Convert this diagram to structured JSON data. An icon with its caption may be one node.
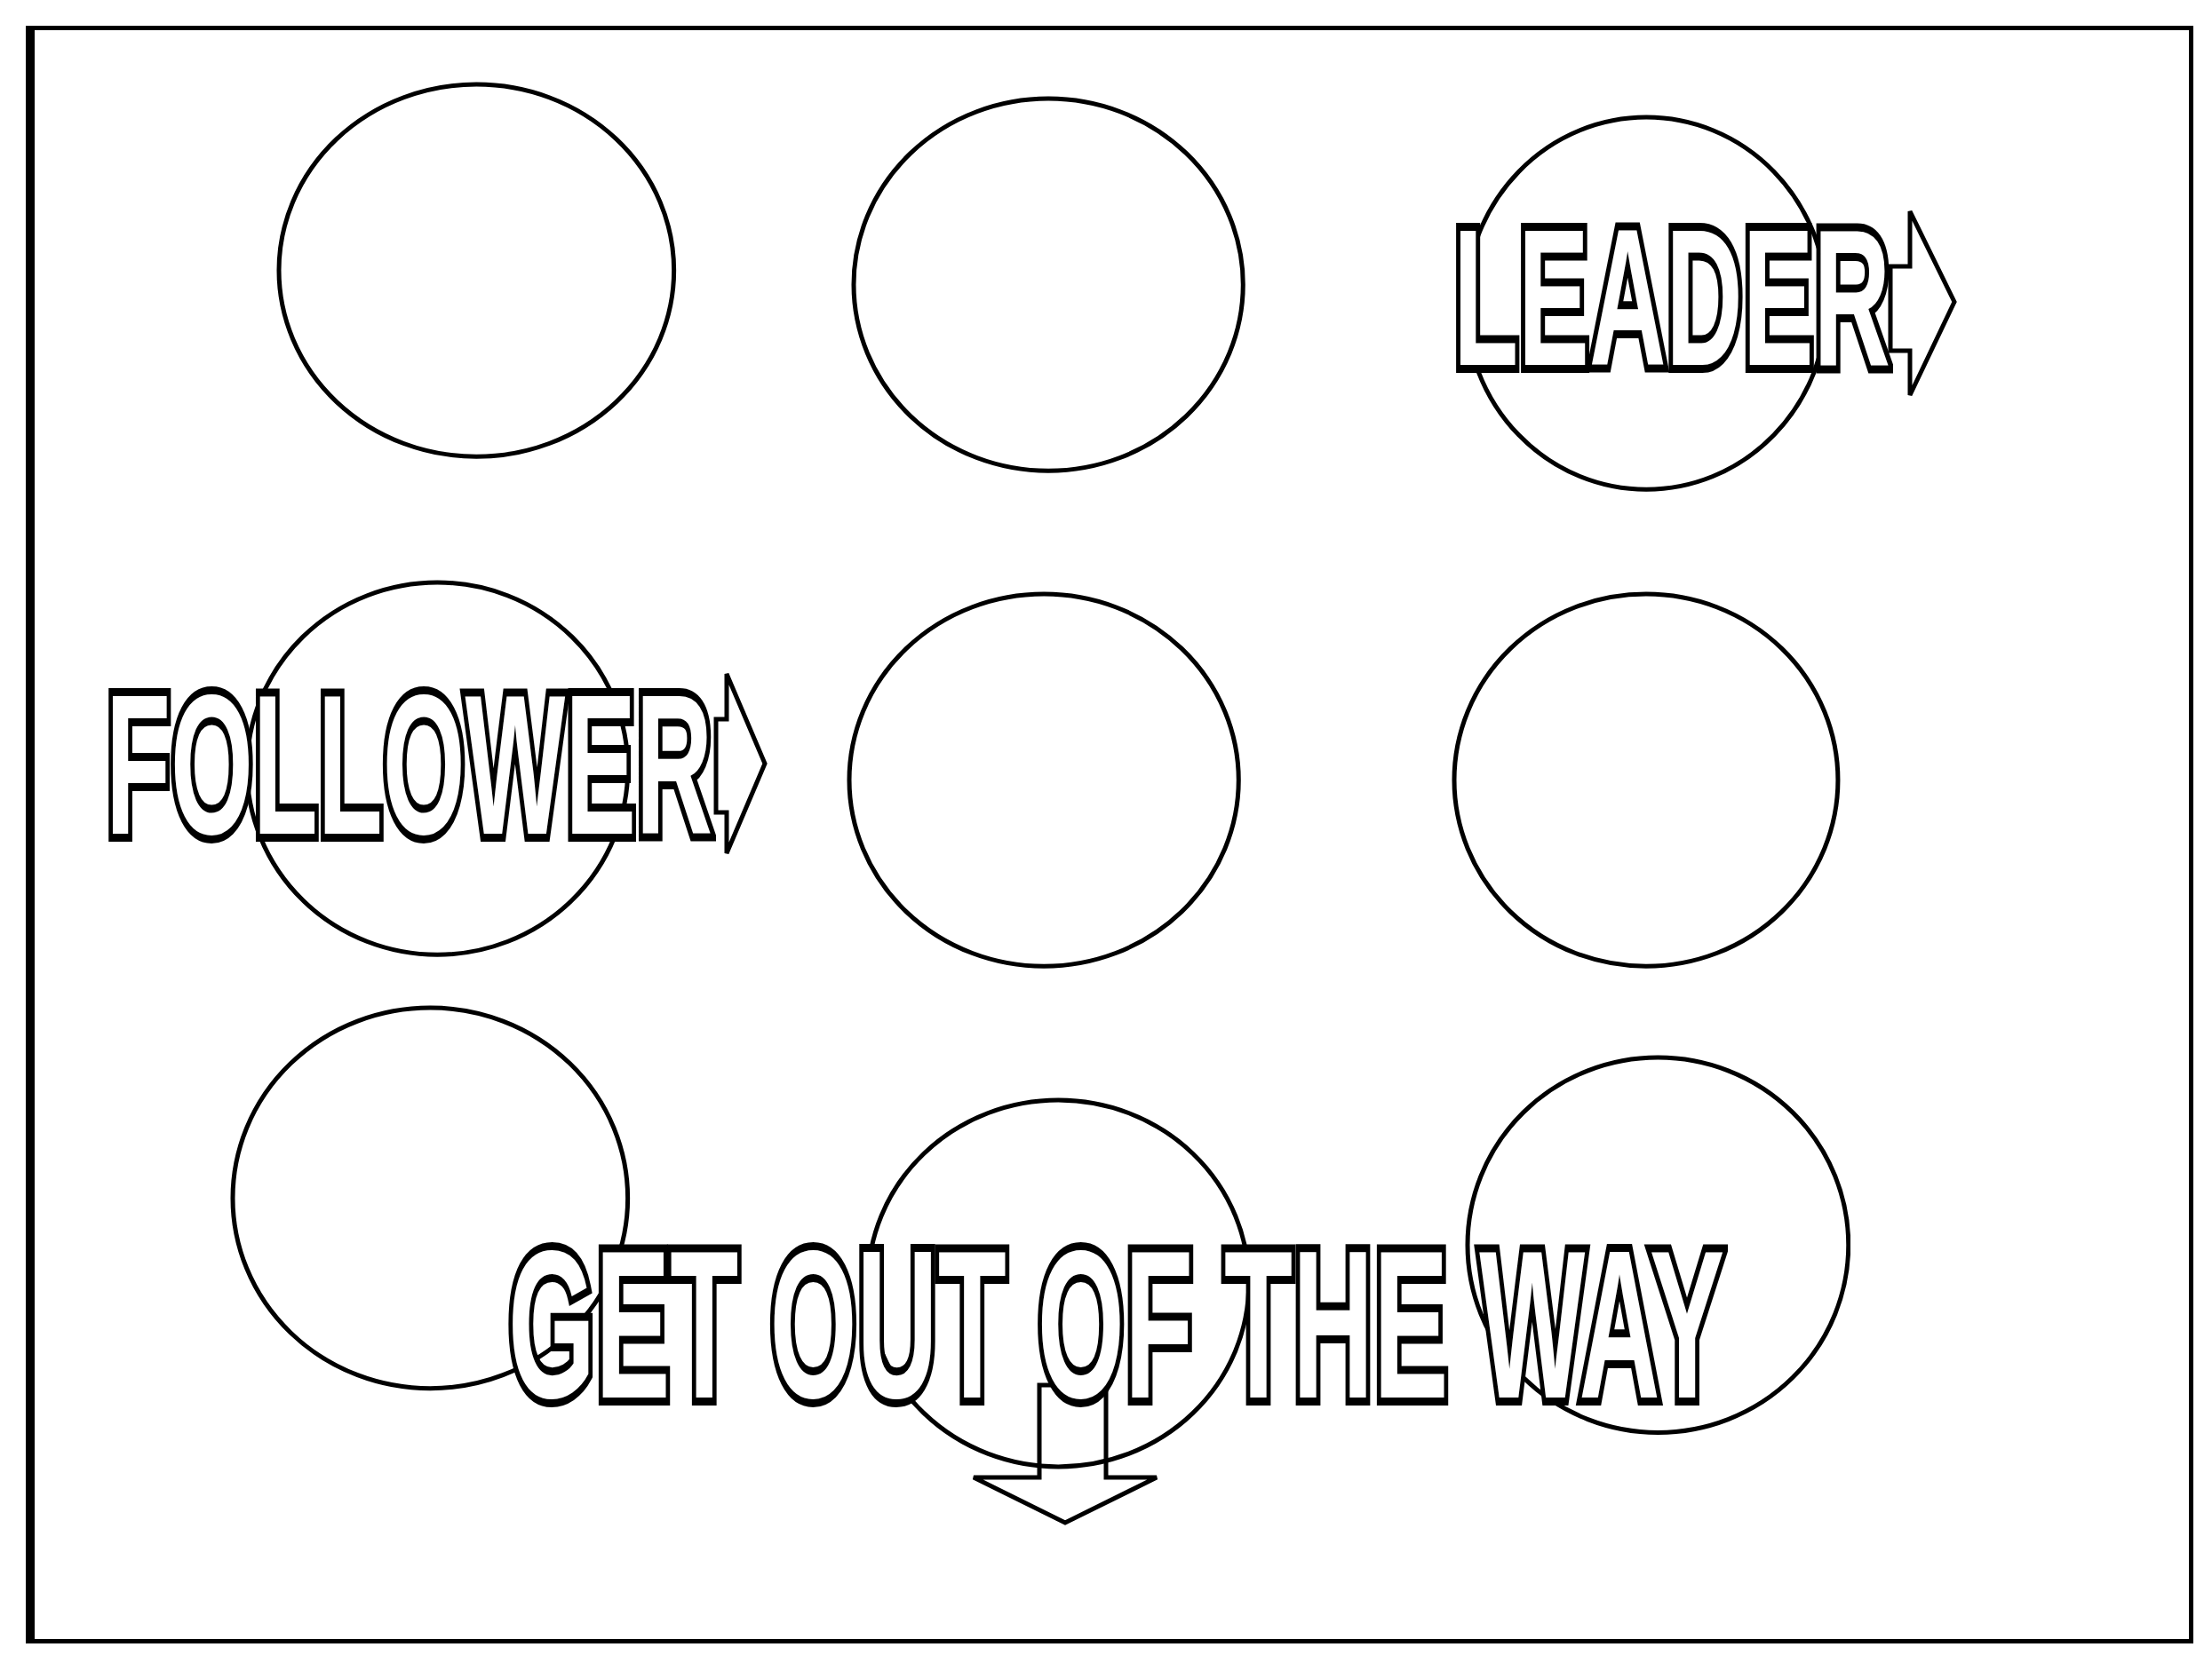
{
  "diagram": {
    "nodes": [
      {
        "text": [],
        "shape": "circle"
      },
      {
        "text": [],
        "shape": "circle"
      },
      {
        "text": [],
        "shape": "circle"
      },
      {
        "text": [],
        "shape": "circle"
      },
      {
        "text": [],
        "shape": "circle"
      },
      {
        "text": [],
        "shape": "circle"
      },
      {
        "text": [],
        "shape": "circle"
      },
      {
        "text": [],
        "shape": "circle"
      },
      {
        "text": [],
        "shape": "circle"
      }
    ],
    "labels": [
      "LEADER",
      "FOLLOWER",
      "GET OUT OF THE WAY"
    ]
  }
}
